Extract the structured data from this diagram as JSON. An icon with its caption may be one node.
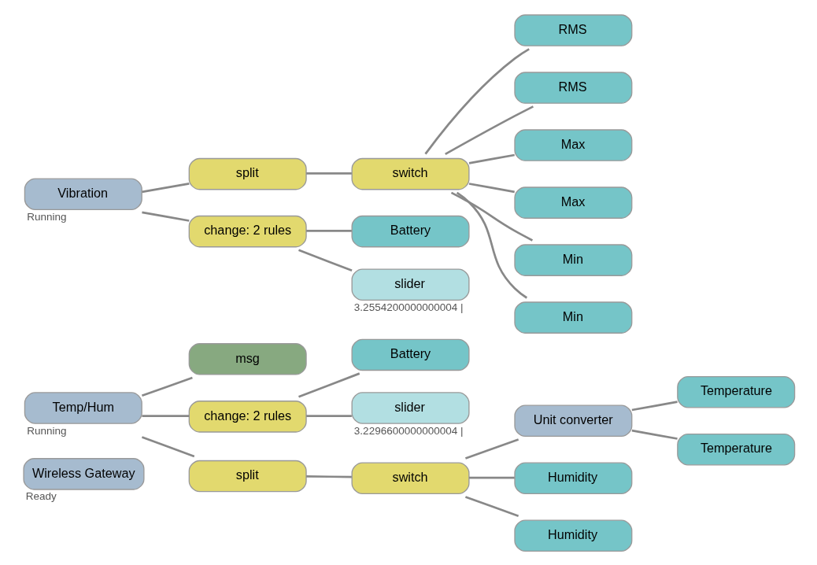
{
  "diagram": {
    "nodes": [
      {
        "text": [
          "Wireless Gateway"
        ],
        "beside": [
          "Ready"
        ]
      },
      {
        "text": [
          "msg"
        ]
      },
      {
        "text": [
          "Battery"
        ]
      },
      {
        "text": [
          "slider"
        ],
        "beside": [
          "3.2296600000000004 |"
        ]
      },
      {
        "text": [
          "change: 2 rules"
        ]
      },
      {
        "text": [
          "Temperature"
        ]
      },
      {
        "text": [
          "Temperature"
        ]
      },
      {
        "text": [
          "Unit converter"
        ]
      },
      {
        "text": [
          "Temp/Hum"
        ],
        "beside": [
          "Running"
        ]
      },
      {
        "text": [
          "split"
        ]
      },
      {
        "text": [
          "switch"
        ]
      },
      {
        "text": [
          "Humidity"
        ]
      },
      {
        "text": [
          "Humidity"
        ]
      },
      {
        "text": [
          "RMS"
        ]
      },
      {
        "text": [
          "RMS"
        ]
      },
      {
        "text": [
          "Max"
        ]
      },
      {
        "text": [
          "Max"
        ]
      },
      {
        "text": [
          "Vibration"
        ],
        "beside": [
          "Running"
        ]
      },
      {
        "text": [
          "split"
        ]
      },
      {
        "text": [
          "switch"
        ]
      },
      {
        "text": [
          "Min"
        ]
      },
      {
        "text": [
          "Min"
        ]
      },
      {
        "text": [
          "change: 2 rules"
        ]
      },
      {
        "text": [
          "Battery"
        ]
      },
      {
        "text": [
          "slider"
        ],
        "beside": [
          "3.2554200000000004 |"
        ]
      }
    ],
    "edges": [
      {
        "from": 8,
        "to": 1,
        "arrow": "none"
      },
      {
        "from": 8,
        "to": 4,
        "arrow": "none"
      },
      {
        "from": 8,
        "to": 9,
        "arrow": "none"
      },
      {
        "from": 4,
        "to": 2,
        "arrow": "none"
      },
      {
        "from": 4,
        "to": 3,
        "arrow": "none"
      },
      {
        "from": 9,
        "to": 10,
        "arrow": "none"
      },
      {
        "from": 10,
        "to": 7,
        "arrow": "none"
      },
      {
        "from": 7,
        "to": 5,
        "arrow": "none"
      },
      {
        "from": 7,
        "to": 6,
        "arrow": "none"
      },
      {
        "from": 10,
        "to": 11,
        "arrow": "none"
      },
      {
        "from": 10,
        "to": 12,
        "arrow": "none"
      },
      {
        "from": 17,
        "to": 18,
        "arrow": "none"
      },
      {
        "from": 17,
        "to": 22,
        "arrow": "none"
      },
      {
        "from": 18,
        "to": 19,
        "arrow": "none"
      },
      {
        "from": 19,
        "to": 13,
        "arrow": "none"
      },
      {
        "from": 19,
        "to": 14,
        "arrow": "none"
      },
      {
        "from": 19,
        "to": 15,
        "arrow": "none"
      },
      {
        "from": 19,
        "to": 16,
        "arrow": "none"
      },
      {
        "from": 19,
        "to": 20,
        "arrow": "none"
      },
      {
        "from": 19,
        "to": 21,
        "arrow": "none"
      },
      {
        "from": 22,
        "to": 23,
        "arrow": "none"
      },
      {
        "from": 22,
        "to": 24,
        "arrow": "none"
      }
    ]
  }
}
